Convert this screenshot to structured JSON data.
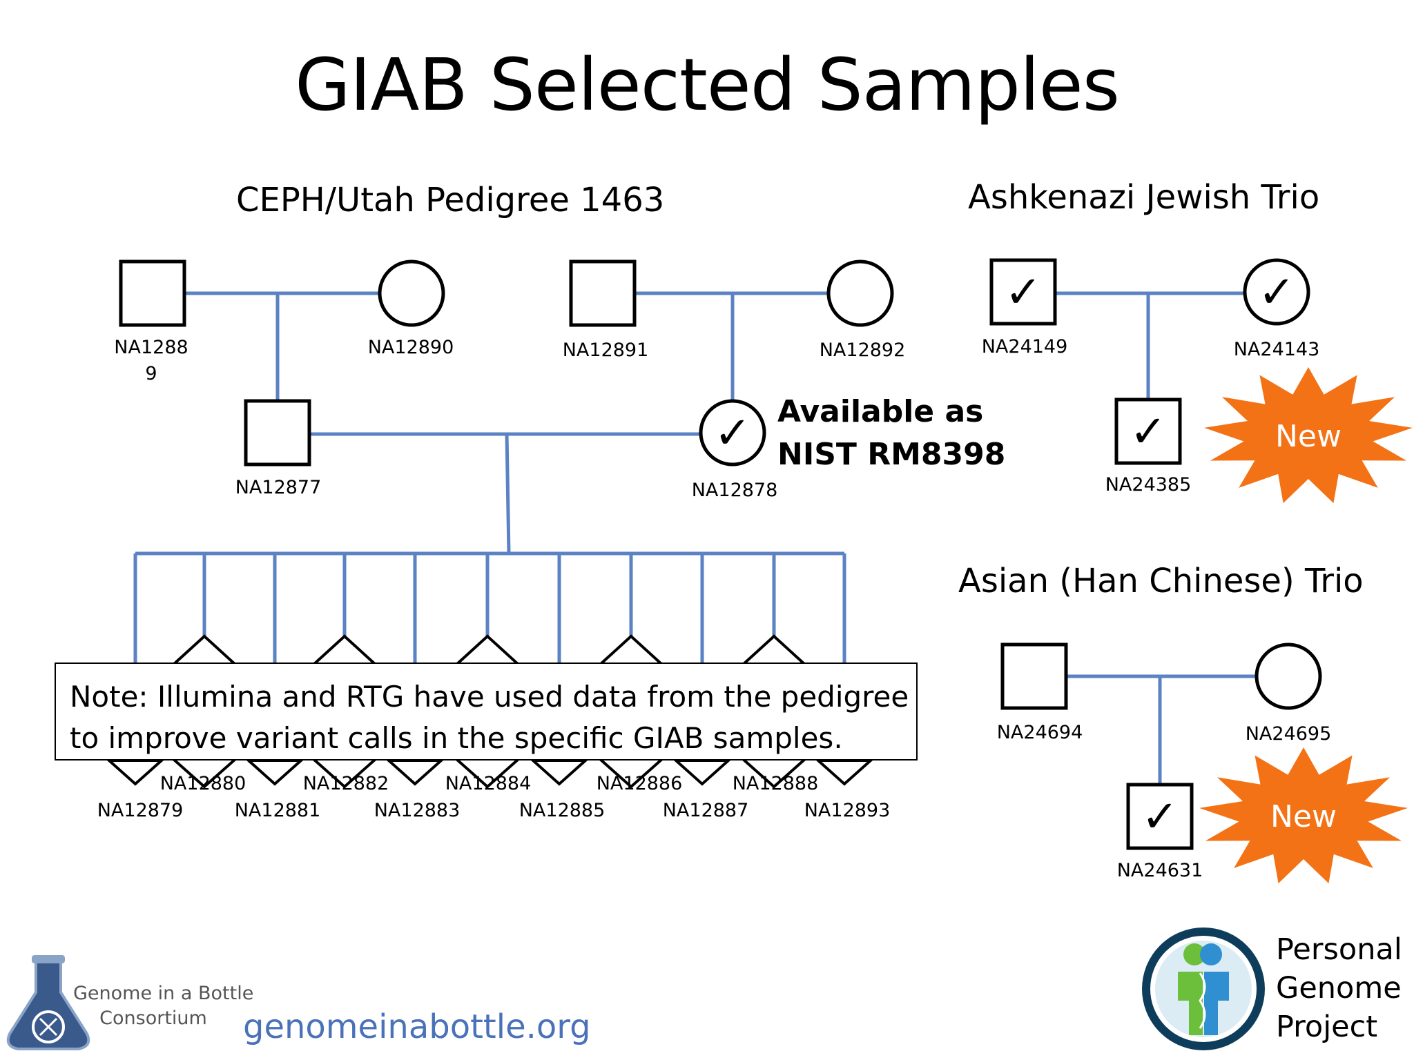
{
  "title": "GIAB Selected Samples",
  "sections": {
    "ceph": "CEPH/Utah Pedigree 1463",
    "ashkenazi": "Ashkenazi Jewish Trio",
    "asian": "Asian (Han Chinese) Trio"
  },
  "available": {
    "line1": "Available as",
    "line2": "NIST RM8398"
  },
  "note": {
    "line1": "Note: Illumina and RTG have used data from the pedigree",
    "line2": "to improve variant calls in the specific GIAB samples."
  },
  "badge_label": "New",
  "check_glyph": "✓",
  "individuals": {
    "NA12889": {
      "label_lines": [
        "NA1288",
        "9"
      ],
      "shape": "square",
      "checked": false
    },
    "NA12890": {
      "label_lines": [
        "NA12890"
      ],
      "shape": "circle",
      "checked": false
    },
    "NA12891": {
      "label_lines": [
        "NA12891"
      ],
      "shape": "square",
      "checked": false
    },
    "NA12892": {
      "label_lines": [
        "NA12892"
      ],
      "shape": "circle",
      "checked": false
    },
    "NA12877": {
      "label_lines": [
        "NA12877"
      ],
      "shape": "square",
      "checked": false
    },
    "NA12878": {
      "label_lines": [
        "NA12878"
      ],
      "shape": "circle",
      "checked": true
    },
    "NA24149": {
      "label_lines": [
        "NA24149"
      ],
      "shape": "square",
      "checked": true
    },
    "NA24143": {
      "label_lines": [
        "NA24143"
      ],
      "shape": "circle",
      "checked": true
    },
    "NA24385": {
      "label_lines": [
        "NA24385"
      ],
      "shape": "square",
      "checked": true
    },
    "NA24694": {
      "label_lines": [
        "NA24694"
      ],
      "shape": "square",
      "checked": false
    },
    "NA24695": {
      "label_lines": [
        "NA24695"
      ],
      "shape": "circle",
      "checked": false
    },
    "NA24631": {
      "label_lines": [
        "NA24631"
      ],
      "shape": "square",
      "checked": true
    }
  },
  "children": [
    "NA12879",
    "NA12880",
    "NA12881",
    "NA12882",
    "NA12883",
    "NA12884",
    "NA12885",
    "NA12886",
    "NA12887",
    "NA12888",
    "NA12893"
  ],
  "logos": {
    "giab_line1": "Genome in a Bottle",
    "giab_line2": "Consortium",
    "site": "genomeinabottle.org",
    "pgp_line1": "Personal",
    "pgp_line2": "Genome",
    "pgp_line3": "Project"
  },
  "colors": {
    "line": "#5b82c2",
    "burst": "#f47216",
    "burst_text": "#ffffff",
    "link": "#4a72b8"
  }
}
